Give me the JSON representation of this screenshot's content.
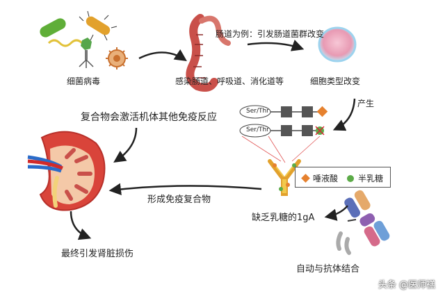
{
  "labels": {
    "bacteria_virus": "细菌病毒",
    "gut_example": "肠道为例：引发肠道菌群改变",
    "infection_sites": "感染肠道、呼吸道、消化道等",
    "cell_type_change": "细胞类型改变",
    "produce": "产生",
    "complex_activates": "复合物会激活机体其他免疫反应",
    "form_immune_complex": "形成免疫复合物",
    "lacking_galactose_iga": "缺乏乳糖的1gA",
    "final_kidney_damage": "最终引发肾脏损伤",
    "auto_antibody_binding": "自动与抗体结合",
    "enzyme_1": "Ser/Thr",
    "enzyme_2": "Ser/Thr"
  },
  "legend": {
    "sialic_acid": "唾液酸",
    "galactose": "半乳糖"
  },
  "colors": {
    "sialic_acid": "#e6812e",
    "galactose": "#5cab48",
    "arrow": "#222222",
    "intestine": "#c9504a",
    "kidney": "#d9443a"
  },
  "watermark": "头条 @医师禚"
}
